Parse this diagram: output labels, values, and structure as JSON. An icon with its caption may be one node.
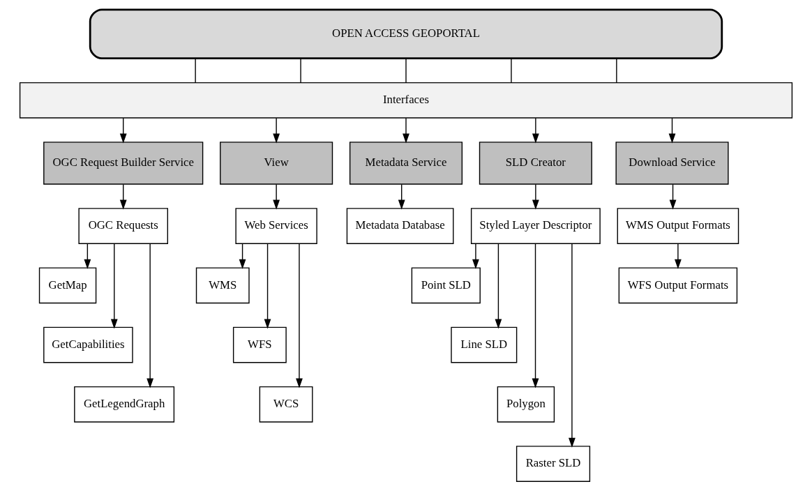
{
  "diagram": {
    "nodes": [
      {
        "text": [
          "OPEN ACCESS GEOPORTAL"
        ]
      },
      {
        "text": [
          "Interfaces"
        ]
      },
      {
        "text": [
          "OGC Request Builder Service"
        ]
      },
      {
        "text": [
          "View"
        ]
      },
      {
        "text": [
          "Metadata Service"
        ]
      },
      {
        "text": [
          "SLD Creator"
        ]
      },
      {
        "text": [
          "Download Service"
        ]
      },
      {
        "text": [
          "OGC Requests"
        ]
      },
      {
        "text": [
          "GetMap"
        ]
      },
      {
        "text": [
          "GetCapabilities"
        ]
      },
      {
        "text": [
          "GetLegendGraph"
        ]
      },
      {
        "text": [
          "Web Services"
        ]
      },
      {
        "text": [
          "WMS"
        ]
      },
      {
        "text": [
          "WFS"
        ]
      },
      {
        "text": [
          "WCS"
        ]
      },
      {
        "text": [
          "Metadata Database"
        ]
      },
      {
        "text": [
          "Styled Layer Descriptor"
        ]
      },
      {
        "text": [
          "Point SLD"
        ]
      },
      {
        "text": [
          "Line SLD"
        ]
      },
      {
        "text": [
          "Polygon"
        ]
      },
      {
        "text": [
          "Raster SLD"
        ]
      },
      {
        "text": [
          "WMS Output Formats"
        ]
      },
      {
        "text": [
          "WFS Output Formats"
        ]
      }
    ],
    "edges": [
      {
        "from": 0,
        "to": 1,
        "arrow": "none"
      },
      {
        "from": 0,
        "to": 1,
        "arrow": "none"
      },
      {
        "from": 0,
        "to": 1,
        "arrow": "none"
      },
      {
        "from": 0,
        "to": 1,
        "arrow": "none"
      },
      {
        "from": 0,
        "to": 1,
        "arrow": "none"
      },
      {
        "from": 1,
        "to": 2,
        "arrow": "to"
      },
      {
        "from": 1,
        "to": 3,
        "arrow": "to"
      },
      {
        "from": 1,
        "to": 4,
        "arrow": "to"
      },
      {
        "from": 1,
        "to": 5,
        "arrow": "to"
      },
      {
        "from": 1,
        "to": 6,
        "arrow": "to"
      },
      {
        "from": 2,
        "to": 7,
        "arrow": "to"
      },
      {
        "from": 3,
        "to": 11,
        "arrow": "to"
      },
      {
        "from": 4,
        "to": 15,
        "arrow": "to"
      },
      {
        "from": 5,
        "to": 16,
        "arrow": "to"
      },
      {
        "from": 6,
        "to": 21,
        "arrow": "to"
      },
      {
        "from": 7,
        "to": 8,
        "arrow": "to"
      },
      {
        "from": 7,
        "to": 9,
        "arrow": "to"
      },
      {
        "from": 7,
        "to": 10,
        "arrow": "to"
      },
      {
        "from": 11,
        "to": 12,
        "arrow": "to"
      },
      {
        "from": 11,
        "to": 13,
        "arrow": "to"
      },
      {
        "from": 11,
        "to": 14,
        "arrow": "to"
      },
      {
        "from": 16,
        "to": 17,
        "arrow": "to"
      },
      {
        "from": 16,
        "to": 18,
        "arrow": "to"
      },
      {
        "from": 16,
        "to": 19,
        "arrow": "to"
      },
      {
        "from": 16,
        "to": 20,
        "arrow": "to"
      },
      {
        "from": 21,
        "to": 22,
        "arrow": "to"
      }
    ]
  }
}
